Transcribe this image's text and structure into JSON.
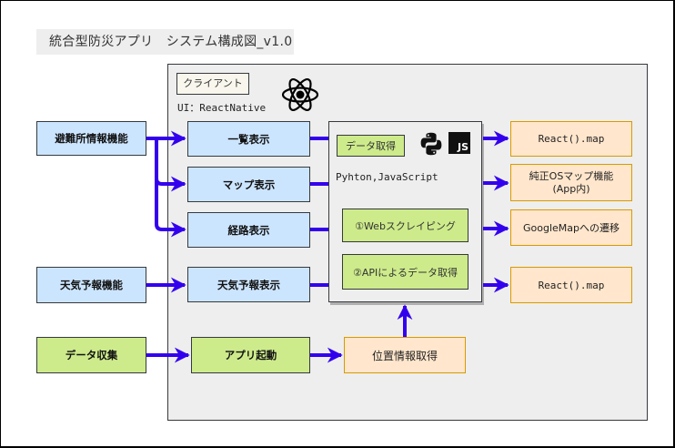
{
  "title": "統合型防災アプリ　システム構成図_v1.0",
  "client": {
    "label": "クライアント",
    "ui": "UI：ReactNative",
    "icon": "react-icon"
  },
  "features": [
    {
      "id": "shelter",
      "label": "避難所情報機能",
      "color": "blue"
    },
    {
      "id": "weather",
      "label": "天気予報機能",
      "color": "blue"
    },
    {
      "id": "data-collect",
      "label": "データ収集",
      "color": "green"
    }
  ],
  "screens": [
    {
      "id": "list",
      "label": "一覧表示"
    },
    {
      "id": "map",
      "label": "マップ表示"
    },
    {
      "id": "route",
      "label": "経路表示"
    },
    {
      "id": "weather",
      "label": "天気予報表示"
    },
    {
      "id": "launch",
      "label": "アプリ起動"
    }
  ],
  "data_fetch": {
    "label": "データ取得",
    "languages": "Pyhton,JavaScript",
    "icons": [
      "python-icon",
      "javascript-icon"
    ],
    "js_badge": "JS",
    "methods": [
      "①Webスクレイピング",
      "②APIによるデータ取得"
    ]
  },
  "outputs": [
    {
      "id": "react-map-1",
      "label": "React().map",
      "mono": true
    },
    {
      "id": "os-map",
      "label": "純正OSマップ機能\n(App内)",
      "line1": "純正OSマップ機能",
      "line2": "(App内)"
    },
    {
      "id": "google-map",
      "label": "GoogleMapへの遷移"
    },
    {
      "id": "react-map-2",
      "label": "React().map",
      "mono": true
    }
  ],
  "location": {
    "label": "位置情報取得"
  },
  "colors": {
    "arrow": "#3300ee",
    "blue_fill": "#cce5ff",
    "green_fill": "#cdeb8b",
    "orange_fill": "#ffe6cc",
    "orange_stroke": "#d79b00",
    "container": "#eeeeee"
  }
}
